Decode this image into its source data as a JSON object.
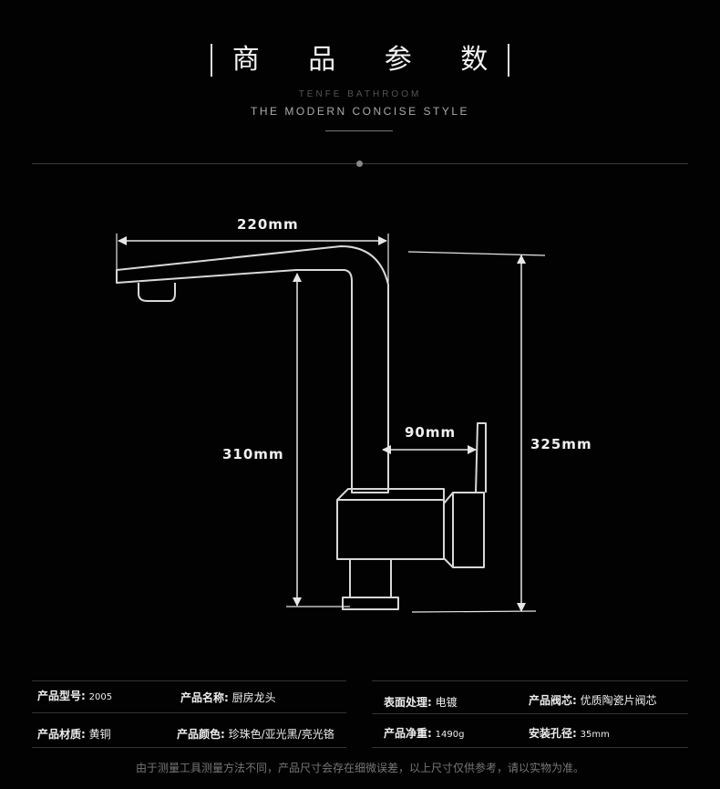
{
  "header": {
    "title": "商 品 参 数",
    "subtitle_brand": "TENFE BATHROOM",
    "subtitle_tagline": "THE MODERN CONCISE STYLE"
  },
  "dimensions": {
    "spout_length": "220mm",
    "spout_height": "310mm",
    "handle_reach": "90mm",
    "total_height": "325mm"
  },
  "specs": {
    "model": {
      "key": "产品型号:",
      "value": "2005"
    },
    "name": {
      "key": "产品名称:",
      "value": "厨房龙头"
    },
    "surface": {
      "key": "表面处理:",
      "value": "电镀"
    },
    "valve": {
      "key": "产品阀芯:",
      "value": "优质陶瓷片阀芯"
    },
    "material": {
      "key": "产品材质:",
      "value": "黄铜"
    },
    "color": {
      "key": "产品颜色:",
      "value": "珍珠色/亚光黑/亮光铬"
    },
    "weight": {
      "key": "产品净重:",
      "value": "1490g"
    },
    "hole": {
      "key": "安装孔径:",
      "value": "35mm"
    }
  },
  "footnote": "由于测量工具测量方法不同，产品尺寸会存在细微误差，以上尺寸仅供参考，请以实物为准。"
}
